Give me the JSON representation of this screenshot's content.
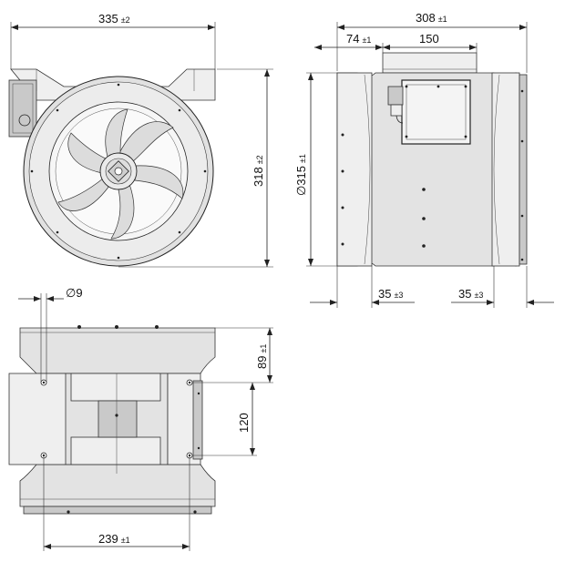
{
  "dimensions": {
    "width_overall": {
      "value": "335",
      "tol": "±2"
    },
    "height_overall": {
      "value": "318",
      "tol": "±2"
    },
    "length_overall": {
      "value": "308",
      "tol": "±1"
    },
    "offset_74": {
      "value": "74",
      "tol": "±1"
    },
    "box_150": {
      "value": "150",
      "tol": ""
    },
    "diameter_315": {
      "prefix": "∅",
      "value": "315",
      "tol": "±1"
    },
    "flange_left": {
      "value": "35",
      "tol": "±3"
    },
    "flange_right": {
      "value": "35",
      "tol": "±3"
    },
    "hole_dia": {
      "prefix": "∅",
      "value": "9",
      "tol": ""
    },
    "height_89": {
      "value": "89",
      "tol": "±1"
    },
    "spacing_120": {
      "value": "120",
      "tol": ""
    },
    "spacing_239": {
      "value": "239",
      "tol": "±1"
    }
  },
  "views": [
    "front-view",
    "side-view",
    "bottom-view"
  ]
}
